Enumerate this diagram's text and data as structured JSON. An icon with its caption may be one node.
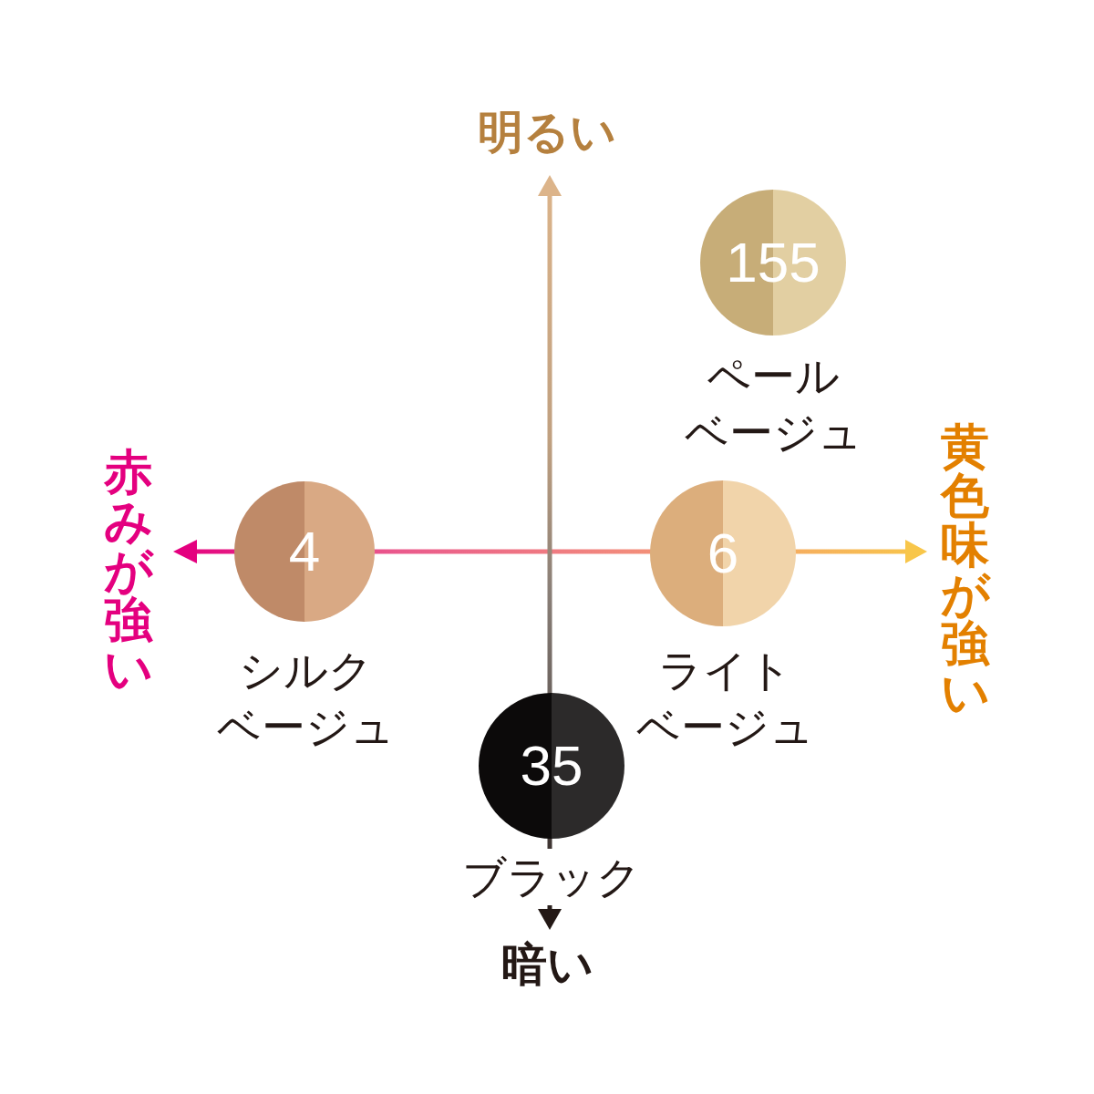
{
  "diagram": {
    "nodes": [
      {
        "text": [
          "155"
        ],
        "beside": [
          "ペールベージュ"
        ]
      },
      {
        "text": [
          "4"
        ],
        "beside": [
          "シルクベージュ"
        ]
      },
      {
        "text": [
          "6"
        ],
        "beside": [
          "ライトベージュ"
        ]
      },
      {
        "text": [
          "35"
        ],
        "beside": [
          "ブラック"
        ]
      }
    ],
    "labels": [
      "明るい",
      "赤みが強い",
      "黄色味が強い",
      "暗い"
    ]
  }
}
